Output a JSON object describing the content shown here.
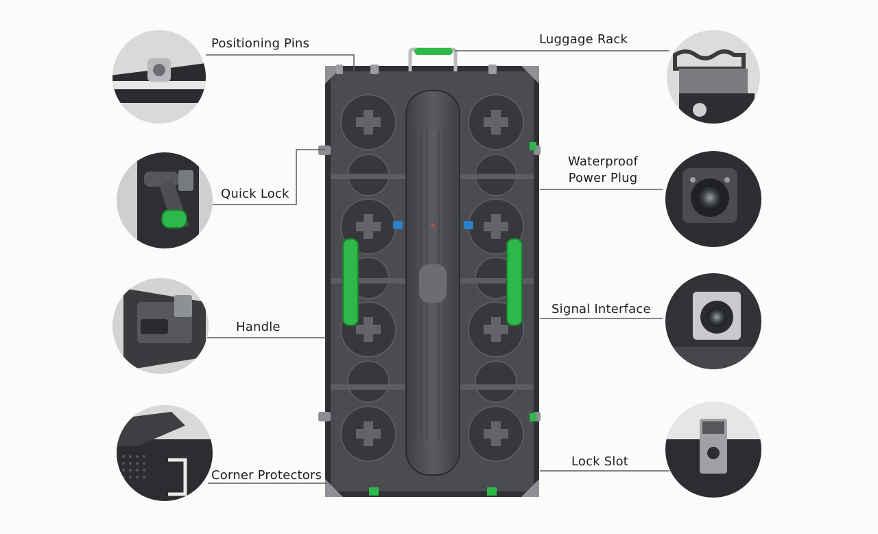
{
  "callouts": {
    "positioning_pins": "Positioning Pins",
    "quick_lock": "Quick Lock",
    "handle": "Handle",
    "corner_protectors": "Corner Protectors",
    "luggage_rack": "Luggage Rack",
    "waterproof_power_plug_line1": "Waterproof",
    "waterproof_power_plug_line2": "Power Plug",
    "signal_interface": "Signal Interface",
    "lock_slot": "Lock Slot"
  },
  "colors": {
    "background": "#fbfbf9",
    "cabinet_body": "#4a4c50",
    "cabinet_dark": "#2c2d30",
    "handle_accent": "#2fb84a",
    "connector_accent": "#2d7fc8",
    "leader_line": "#5a5a5a"
  },
  "icons": [
    "positioning-pin-icon",
    "quick-lock-icon",
    "handle-icon",
    "corner-protector-icon",
    "luggage-rack-icon",
    "power-plug-icon",
    "signal-interface-icon",
    "lock-slot-icon"
  ]
}
